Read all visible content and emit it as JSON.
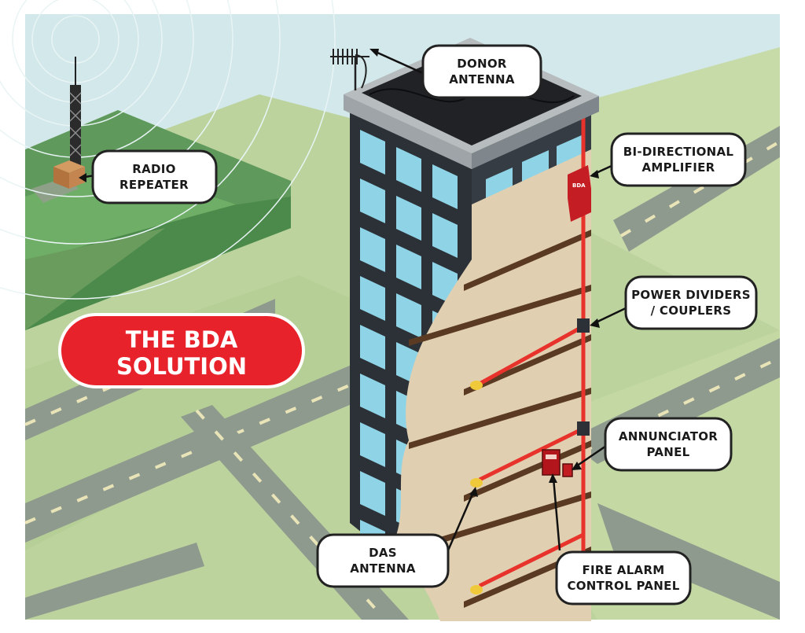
{
  "title": {
    "line1": "THE BDA",
    "line2": "SOLUTION"
  },
  "callouts": {
    "donor_antenna": {
      "line1": "DONOR",
      "line2": "ANTENNA"
    },
    "radio_repeater": {
      "line1": "RADIO",
      "line2": "REPEATER"
    },
    "bda": {
      "line1": "BI-DIRECTIONAL",
      "line2": "AMPLIFIER"
    },
    "power_dividers": {
      "line1": "POWER DIVIDERS",
      "line2": "/ COUPLERS"
    },
    "annunciator": {
      "line1": "ANNUNCIATOR",
      "line2": "PANEL"
    },
    "das_antenna": {
      "line1": "DAS",
      "line2": "ANTENNA"
    },
    "fire_alarm": {
      "line1": "FIRE ALARM",
      "line2": "CONTROL PANEL"
    }
  },
  "bda_device_label": "BDA",
  "colors": {
    "sky": "#cfe6ea",
    "grass_light": "#bcd39e",
    "grass_dark": "#6e9c5a",
    "hill": "#5f9a5c",
    "road": "#8f9a8e",
    "building_dark": "#2c3137",
    "window": "#8fd4e6",
    "floor": "#e1cfb1",
    "floor_edge": "#5a3a22",
    "cable": "#e8322c",
    "badge": "#e8222b"
  }
}
